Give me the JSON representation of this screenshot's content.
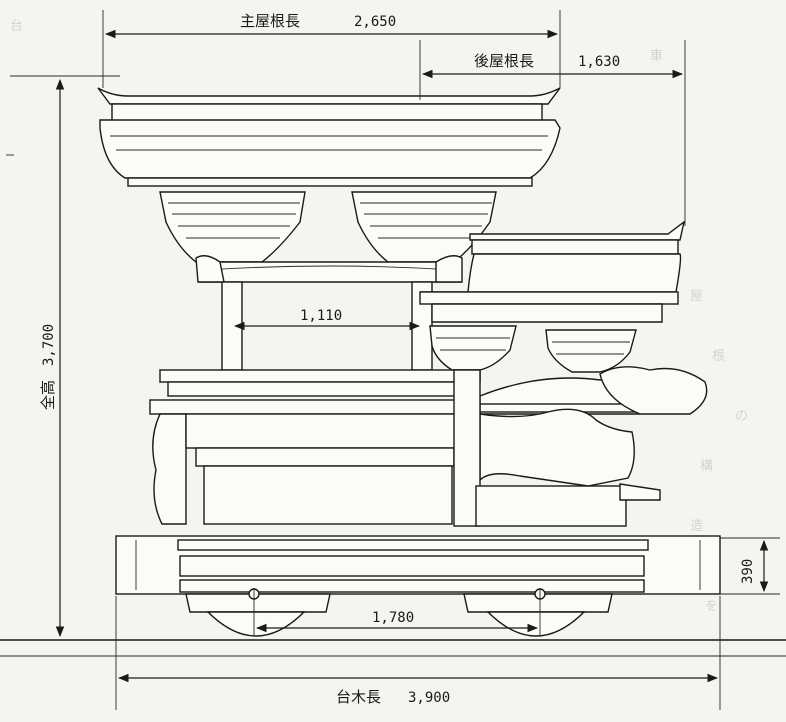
{
  "dimensions": {
    "main_roof_length": {
      "label": "主屋根長",
      "value": "2,650"
    },
    "rear_roof_length": {
      "label": "後屋根長",
      "value": "1,630"
    },
    "total_height": {
      "label": "全高",
      "value": "3,700"
    },
    "pillar_spacing": {
      "value": "1,110"
    },
    "wheel_spacing": {
      "value": "1,780"
    },
    "base_height": {
      "value": "390"
    },
    "base_length": {
      "label": "台木長",
      "value": "3,900"
    }
  }
}
